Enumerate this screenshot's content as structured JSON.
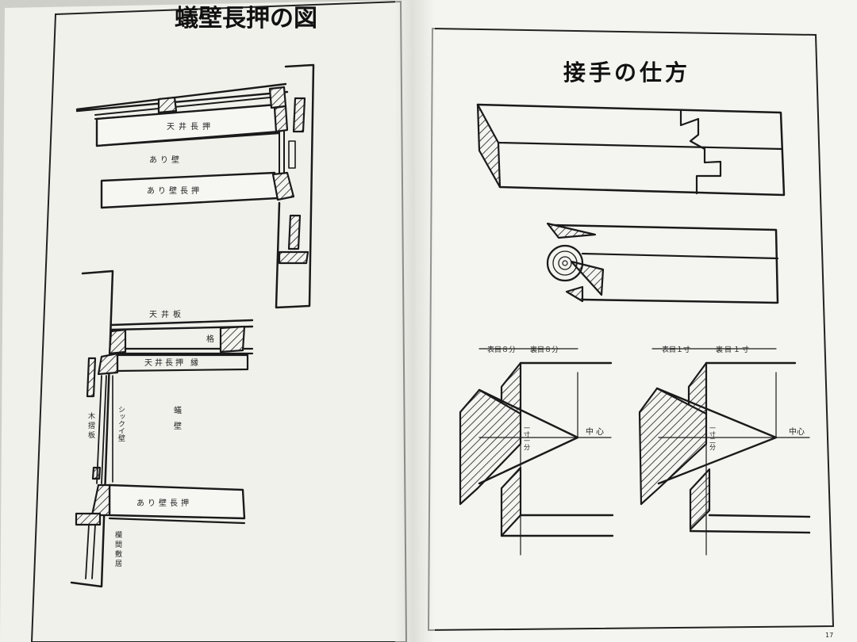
{
  "left_page": {
    "title": "蟻壁長押の図",
    "top_labels": {
      "ceiling_nageshi": "天井長押",
      "ari_kabe": "あり壁",
      "ari_kabe_nageshi": "あり壁長押"
    },
    "bottom_labels": {
      "tenjo_ita": "天井板",
      "kaku": "格",
      "ceiling_nageshi_fuchi": "天井長押 縁",
      "ari_kabe_vertical": "蟻壁",
      "shikkui_kabe": "シックイ壁",
      "mokugen_ita": "木摺板",
      "ari_kabe_nageshi": "あり壁長押",
      "ranma_shikii": "欄間敷居"
    }
  },
  "right_page": {
    "title": "接手の仕方",
    "joint_left": {
      "omote": "表目８分",
      "ura": "裏目８分",
      "chushin": "中心",
      "dim": "一寸一分"
    },
    "joint_right": {
      "omote": "表目１寸",
      "ura": "裏目１寸",
      "chushin": "中心",
      "dim": "一寸二分"
    },
    "page_number": "17"
  }
}
